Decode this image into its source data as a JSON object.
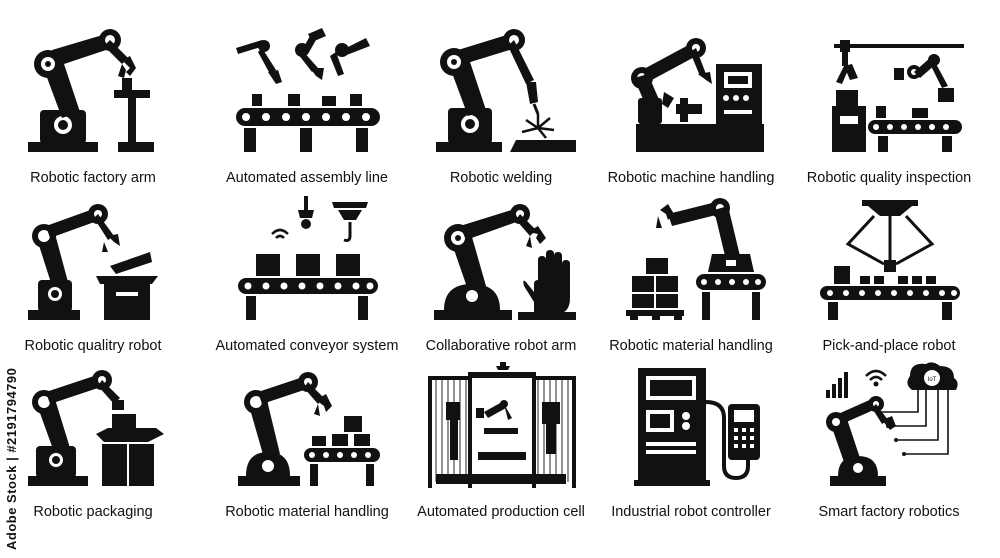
{
  "watermark": "Adobe Stock | #2191794790",
  "colors": {
    "ink": "#111111",
    "background": "#ffffff"
  },
  "icons": [
    {
      "label": "Robotic factory arm",
      "icon": "robot-arm-icon"
    },
    {
      "label": "Automated assembly line",
      "icon": "assembly-line-icon"
    },
    {
      "label": "Robotic welding",
      "icon": "welding-robot-icon"
    },
    {
      "label": "Robotic machine handling",
      "icon": "machine-handling-icon"
    },
    {
      "label": "Robotic quality inspection",
      "icon": "quality-inspection-icon"
    },
    {
      "label": "Robotic qualitry robot",
      "icon": "quality-robot-icon"
    },
    {
      "label": "Automated conveyor system",
      "icon": "conveyor-system-icon"
    },
    {
      "label": "Collaborative robot arm",
      "icon": "cobot-hand-icon"
    },
    {
      "label": "Robotic material handling",
      "icon": "material-handling-icon"
    },
    {
      "label": "Pick-and-place robot",
      "icon": "delta-robot-icon"
    },
    {
      "label": "Robotic packaging",
      "icon": "packaging-robot-icon"
    },
    {
      "label": "Robotic material handling",
      "icon": "material-handling-conveyor-icon"
    },
    {
      "label": "Automated production cell",
      "icon": "production-cell-icon"
    },
    {
      "label": "Industrial robot controller",
      "icon": "robot-controller-icon"
    },
    {
      "label": "Smart factory robotics",
      "icon": "smart-factory-icon"
    }
  ]
}
